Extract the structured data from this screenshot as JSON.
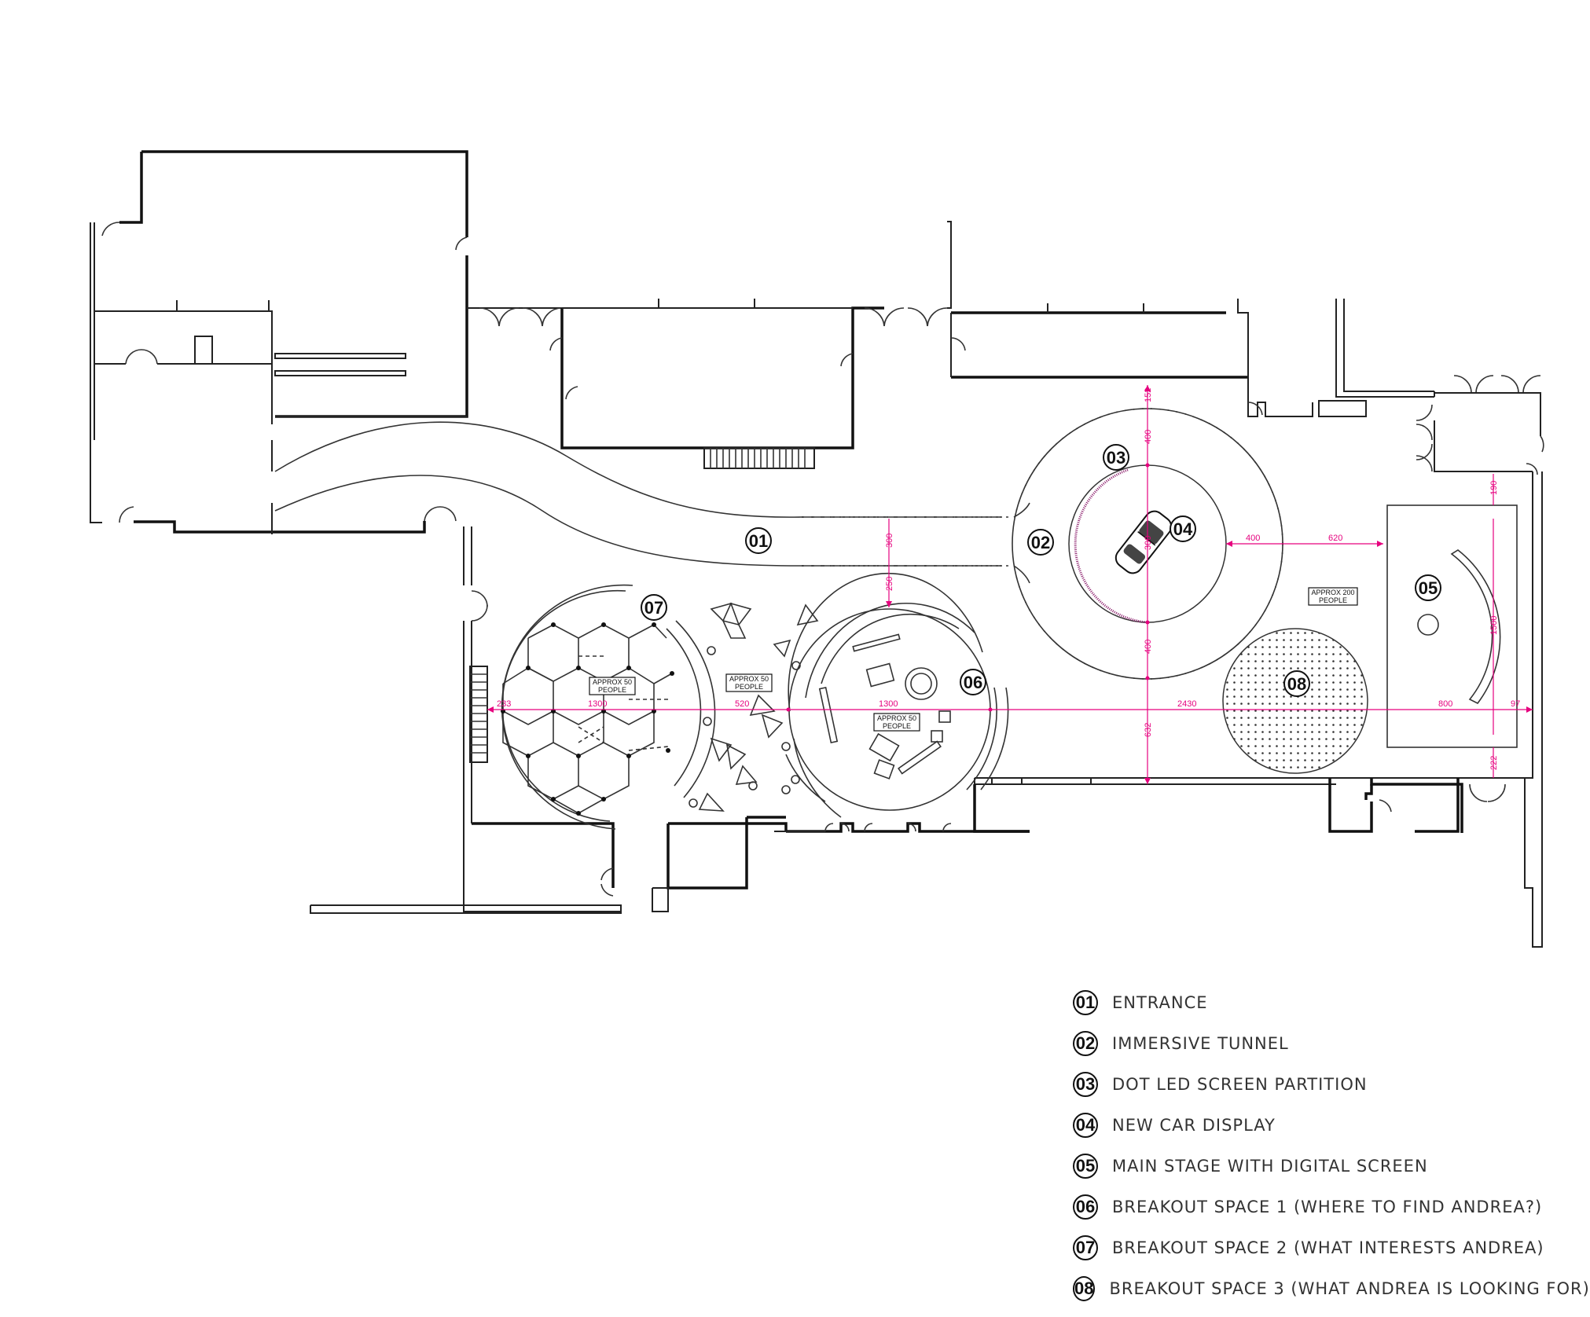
{
  "zones": [
    {
      "num": "01",
      "label": "ENTRANCE"
    },
    {
      "num": "02",
      "label": "IMMERSIVE TUNNEL"
    },
    {
      "num": "03",
      "label": "DOT LED SCREEN PARTITION"
    },
    {
      "num": "04",
      "label": "NEW CAR DISPLAY"
    },
    {
      "num": "05",
      "label": "MAIN STAGE WITH DIGITAL SCREEN"
    },
    {
      "num": "06",
      "label": "BREAKOUT SPACE 1 (WHERE TO FIND ANDREA?)"
    },
    {
      "num": "07",
      "label": "BREAKOUT SPACE 2 (WHAT INTERESTS ANDREA)"
    },
    {
      "num": "08",
      "label": "BREAKOUT SPACE 3 (WHAT ANDREA IS LOOKING FOR)"
    }
  ],
  "capacity_labels": {
    "space07": {
      "line1": "APPROX 50",
      "line2": "PEOPLE"
    },
    "lounge": {
      "line1": "APPROX 50",
      "line2": "PEOPLE"
    },
    "space06": {
      "line1": "APPROX 50",
      "line2": "PEOPLE"
    },
    "main_hall": {
      "line1": "APPROX 200",
      "line2": "PEOPLE"
    }
  },
  "dimensions": {
    "d152": "152",
    "d400_top": "400",
    "d400_bottom": "400",
    "d300": "300",
    "d250": "250",
    "d632": "632",
    "d400_right": "400",
    "d620": "620",
    "d2430": "2430",
    "d1300_a": "1300",
    "d1300_b": "1300",
    "d520": "520",
    "d233": "233",
    "d190": "190",
    "d1500": "1500",
    "d800": "800",
    "d97": "97",
    "d222": "222",
    "d300_car": "300"
  },
  "colors": {
    "dimension": "#e6007e",
    "walls": "#111111",
    "screen": "#8a1a6a"
  }
}
